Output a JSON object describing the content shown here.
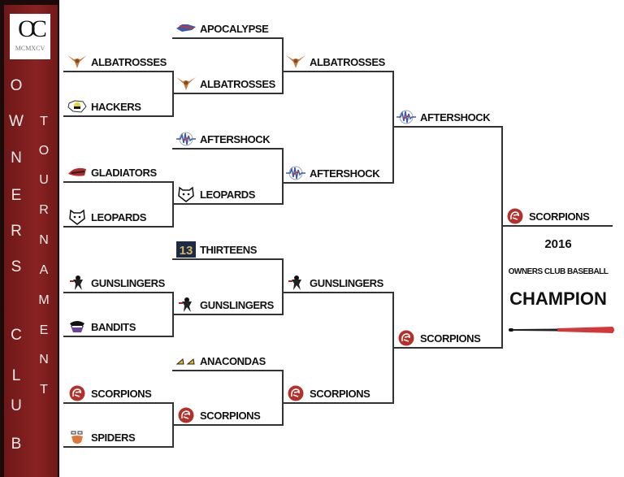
{
  "logo": {
    "letters": "OC",
    "year": "MCMXCV"
  },
  "sidebar": {
    "left_word": [
      "O",
      "W",
      "N",
      "E",
      "R",
      "S",
      "C",
      "L",
      "U",
      "B"
    ],
    "right_word": [
      "T",
      "O",
      "U",
      "R",
      "N",
      "A",
      "M",
      "E",
      "N",
      "T"
    ]
  },
  "rounds": [
    [
      {
        "name": "ALBATROSSES",
        "icon": "albatross"
      },
      {
        "name": "HACKERS",
        "icon": "hacker"
      },
      {
        "name": "GLADIATORS",
        "icon": "gladiator"
      },
      {
        "name": "LEOPARDS",
        "icon": "leopard"
      },
      {
        "name": "GUNSLINGERS",
        "icon": "gunslinger"
      },
      {
        "name": "BANDITS",
        "icon": "bandit"
      },
      {
        "name": "SCORPIONS",
        "icon": "scorpion"
      },
      {
        "name": "SPIDERS",
        "icon": "spider"
      }
    ],
    [
      {
        "name": "APOCALYPSE",
        "icon": "apocalypse"
      },
      {
        "name": "ALBATROSSES",
        "icon": "albatross"
      },
      {
        "name": "AFTERSHOCK",
        "icon": "aftershock"
      },
      {
        "name": "LEOPARDS",
        "icon": "leopard"
      },
      {
        "name": "THIRTEENS",
        "icon": "thirteen"
      },
      {
        "name": "GUNSLINGERS",
        "icon": "gunslinger"
      },
      {
        "name": "ANACONDAS",
        "icon": "anaconda"
      },
      {
        "name": "SCORPIONS",
        "icon": "scorpion"
      }
    ],
    [
      {
        "name": "ALBATROSSES",
        "icon": "albatross"
      },
      {
        "name": "AFTERSHOCK",
        "icon": "aftershock"
      },
      {
        "name": "GUNSLINGERS",
        "icon": "gunslinger"
      },
      {
        "name": "SCORPIONS",
        "icon": "scorpion"
      }
    ],
    [
      {
        "name": "AFTERSHOCK",
        "icon": "aftershock"
      },
      {
        "name": "SCORPIONS",
        "icon": "scorpion"
      }
    ],
    [
      {
        "name": "SCORPIONS",
        "icon": "scorpion"
      }
    ]
  ],
  "champion": {
    "year": "2016",
    "league": "OWNERS CLUB BASEBALL",
    "title": "CHAMPION"
  }
}
